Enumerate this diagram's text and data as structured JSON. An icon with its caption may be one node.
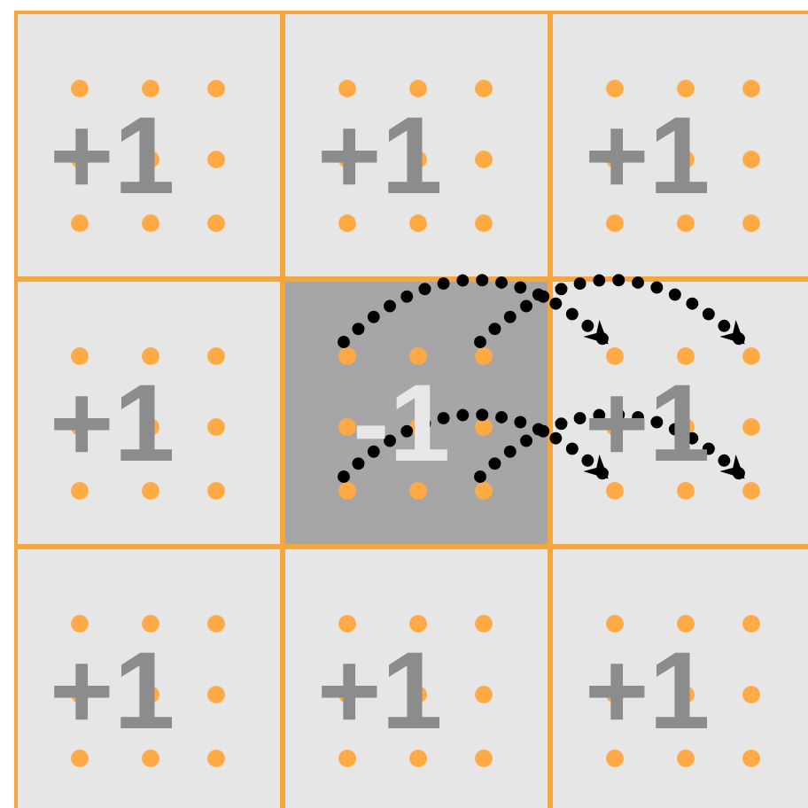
{
  "diagram": {
    "nodes": [
      {
        "text": [
          "+1"
        ]
      },
      {
        "text": [],
        "shape": "circle",
        "in": 0
      },
      {
        "text": [],
        "shape": "circle",
        "in": 0
      },
      {
        "text": [],
        "shape": "circle",
        "in": 0
      },
      {
        "text": [],
        "shape": "circle",
        "in": 0
      },
      {
        "text": [],
        "shape": "circle",
        "in": 0
      },
      {
        "text": [],
        "shape": "circle",
        "in": 0
      },
      {
        "text": [],
        "shape": "circle",
        "in": 0
      },
      {
        "text": [],
        "shape": "circle",
        "in": 0
      },
      {
        "text": [],
        "shape": "circle",
        "in": 0
      },
      {
        "text": [
          "+1"
        ]
      },
      {
        "text": [],
        "shape": "circle",
        "in": 10
      },
      {
        "text": [],
        "shape": "circle",
        "in": 10
      },
      {
        "text": [],
        "shape": "circle",
        "in": 10
      },
      {
        "text": [],
        "shape": "circle",
        "in": 10
      },
      {
        "text": [],
        "shape": "circle",
        "in": 10
      },
      {
        "text": [],
        "shape": "circle",
        "in": 10
      },
      {
        "text": [],
        "shape": "circle",
        "in": 10
      },
      {
        "text": [],
        "shape": "circle",
        "in": 10
      },
      {
        "text": [],
        "shape": "circle",
        "in": 10
      },
      {
        "text": [
          "+1"
        ]
      },
      {
        "text": [],
        "shape": "circle",
        "in": 20
      },
      {
        "text": [],
        "shape": "circle",
        "in": 20
      },
      {
        "text": [],
        "shape": "circle",
        "in": 20
      },
      {
        "text": [],
        "shape": "circle",
        "in": 20
      },
      {
        "text": [],
        "shape": "circle",
        "in": 20
      },
      {
        "text": [],
        "shape": "circle",
        "in": 20
      },
      {
        "text": [],
        "shape": "circle",
        "in": 20
      },
      {
        "text": [],
        "shape": "circle",
        "in": 20
      },
      {
        "text": [],
        "shape": "circle",
        "in": 20
      },
      {
        "text": [
          "+1"
        ]
      },
      {
        "text": [],
        "shape": "circle",
        "in": 30
      },
      {
        "text": [],
        "shape": "circle",
        "in": 30
      },
      {
        "text": [],
        "shape": "circle",
        "in": 30
      },
      {
        "text": [],
        "shape": "circle",
        "in": 30
      },
      {
        "text": [],
        "shape": "circle",
        "in": 30
      },
      {
        "text": [],
        "shape": "circle",
        "in": 30
      },
      {
        "text": [],
        "shape": "circle",
        "in": 30
      },
      {
        "text": [],
        "shape": "circle",
        "in": 30
      },
      {
        "text": [],
        "shape": "circle",
        "in": 30
      },
      {
        "text": [
          "-1"
        ]
      },
      {
        "text": [],
        "shape": "circle",
        "in": 40
      },
      {
        "text": [],
        "shape": "circle",
        "in": 40
      },
      {
        "text": [],
        "shape": "circle",
        "in": 40
      },
      {
        "text": [],
        "shape": "circle",
        "in": 40
      },
      {
        "text": [],
        "shape": "circle",
        "in": 40
      },
      {
        "text": [],
        "shape": "circle",
        "in": 40
      },
      {
        "text": [],
        "shape": "circle",
        "in": 40
      },
      {
        "text": [],
        "shape": "circle",
        "in": 40
      },
      {
        "text": [],
        "shape": "circle",
        "in": 40
      },
      {
        "text": [
          "+1"
        ]
      },
      {
        "text": [],
        "shape": "circle",
        "in": 50
      },
      {
        "text": [],
        "shape": "circle",
        "in": 50
      },
      {
        "text": [],
        "shape": "circle",
        "in": 50
      },
      {
        "text": [],
        "shape": "circle",
        "in": 50
      },
      {
        "text": [],
        "shape": "circle",
        "in": 50
      },
      {
        "text": [],
        "shape": "circle",
        "in": 50
      },
      {
        "text": [],
        "shape": "circle",
        "in": 50
      },
      {
        "text": [],
        "shape": "circle",
        "in": 50
      },
      {
        "text": [],
        "shape": "circle",
        "in": 50
      },
      {
        "text": [
          "+1"
        ]
      },
      {
        "text": [],
        "shape": "circle",
        "in": 60
      },
      {
        "text": [],
        "shape": "circle",
        "in": 60
      },
      {
        "text": [],
        "shape": "circle",
        "in": 60
      },
      {
        "text": [],
        "shape": "circle",
        "in": 60
      },
      {
        "text": [],
        "shape": "circle",
        "in": 60
      },
      {
        "text": [],
        "shape": "circle",
        "in": 60
      },
      {
        "text": [],
        "shape": "circle",
        "in": 60
      },
      {
        "text": [],
        "shape": "circle",
        "in": 60
      },
      {
        "text": [],
        "shape": "circle",
        "in": 60
      },
      {
        "text": [
          "+1"
        ]
      },
      {
        "text": [],
        "shape": "circle",
        "in": 70
      },
      {
        "text": [],
        "shape": "circle",
        "in": 70
      },
      {
        "text": [],
        "shape": "circle",
        "in": 70
      },
      {
        "text": [],
        "shape": "circle",
        "in": 70
      },
      {
        "text": [],
        "shape": "circle",
        "in": 70
      },
      {
        "text": [],
        "shape": "circle",
        "in": 70
      },
      {
        "text": [],
        "shape": "circle",
        "in": 70
      },
      {
        "text": [],
        "shape": "circle",
        "in": 70
      },
      {
        "text": [],
        "shape": "circle",
        "in": 70
      },
      {
        "text": [
          "+1"
        ]
      },
      {
        "text": [],
        "shape": "circle",
        "in": 80
      },
      {
        "text": [],
        "shape": "circle",
        "in": 80
      },
      {
        "text": [],
        "shape": "circle",
        "in": 80
      },
      {
        "text": [],
        "shape": "circle",
        "in": 80
      },
      {
        "text": [],
        "shape": "circle",
        "in": 80
      },
      {
        "text": [],
        "shape": "circle",
        "in": 80
      },
      {
        "text": [],
        "shape": "circle",
        "in": 80
      },
      {
        "text": [],
        "shape": "circle",
        "in": 80
      },
      {
        "text": [],
        "shape": "circle",
        "in": 80
      }
    ],
    "edges": [
      {
        "from": 41,
        "to": 51,
        "arrow": "to",
        "style": "dashed"
      },
      {
        "from": 43,
        "to": 53,
        "arrow": "to",
        "style": "dashed"
      },
      {
        "from": 47,
        "to": 57,
        "arrow": "to",
        "style": "dashed"
      },
      {
        "from": 49,
        "to": 59,
        "arrow": "to",
        "style": "dashed"
      }
    ]
  }
}
